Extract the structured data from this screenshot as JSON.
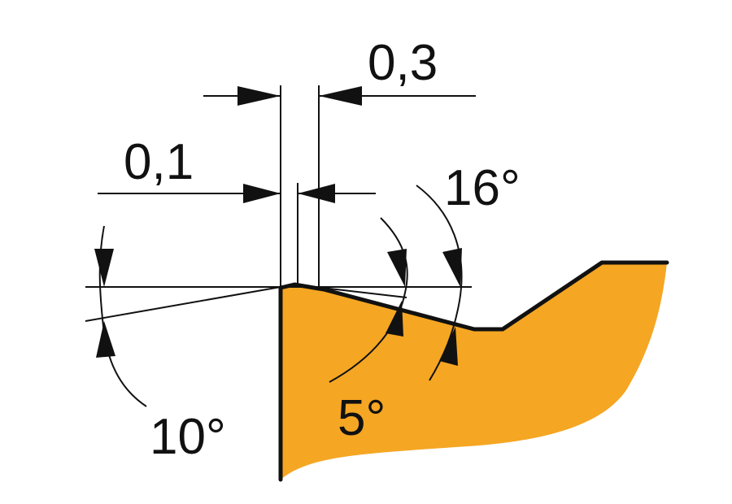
{
  "labels": {
    "dim_0_3": "0,3",
    "dim_0_1": "0,1",
    "angle_16": "16°",
    "angle_10": "10°",
    "angle_5": "5°"
  },
  "colors": {
    "body_fill": "#F5A623",
    "line": "#111111"
  }
}
